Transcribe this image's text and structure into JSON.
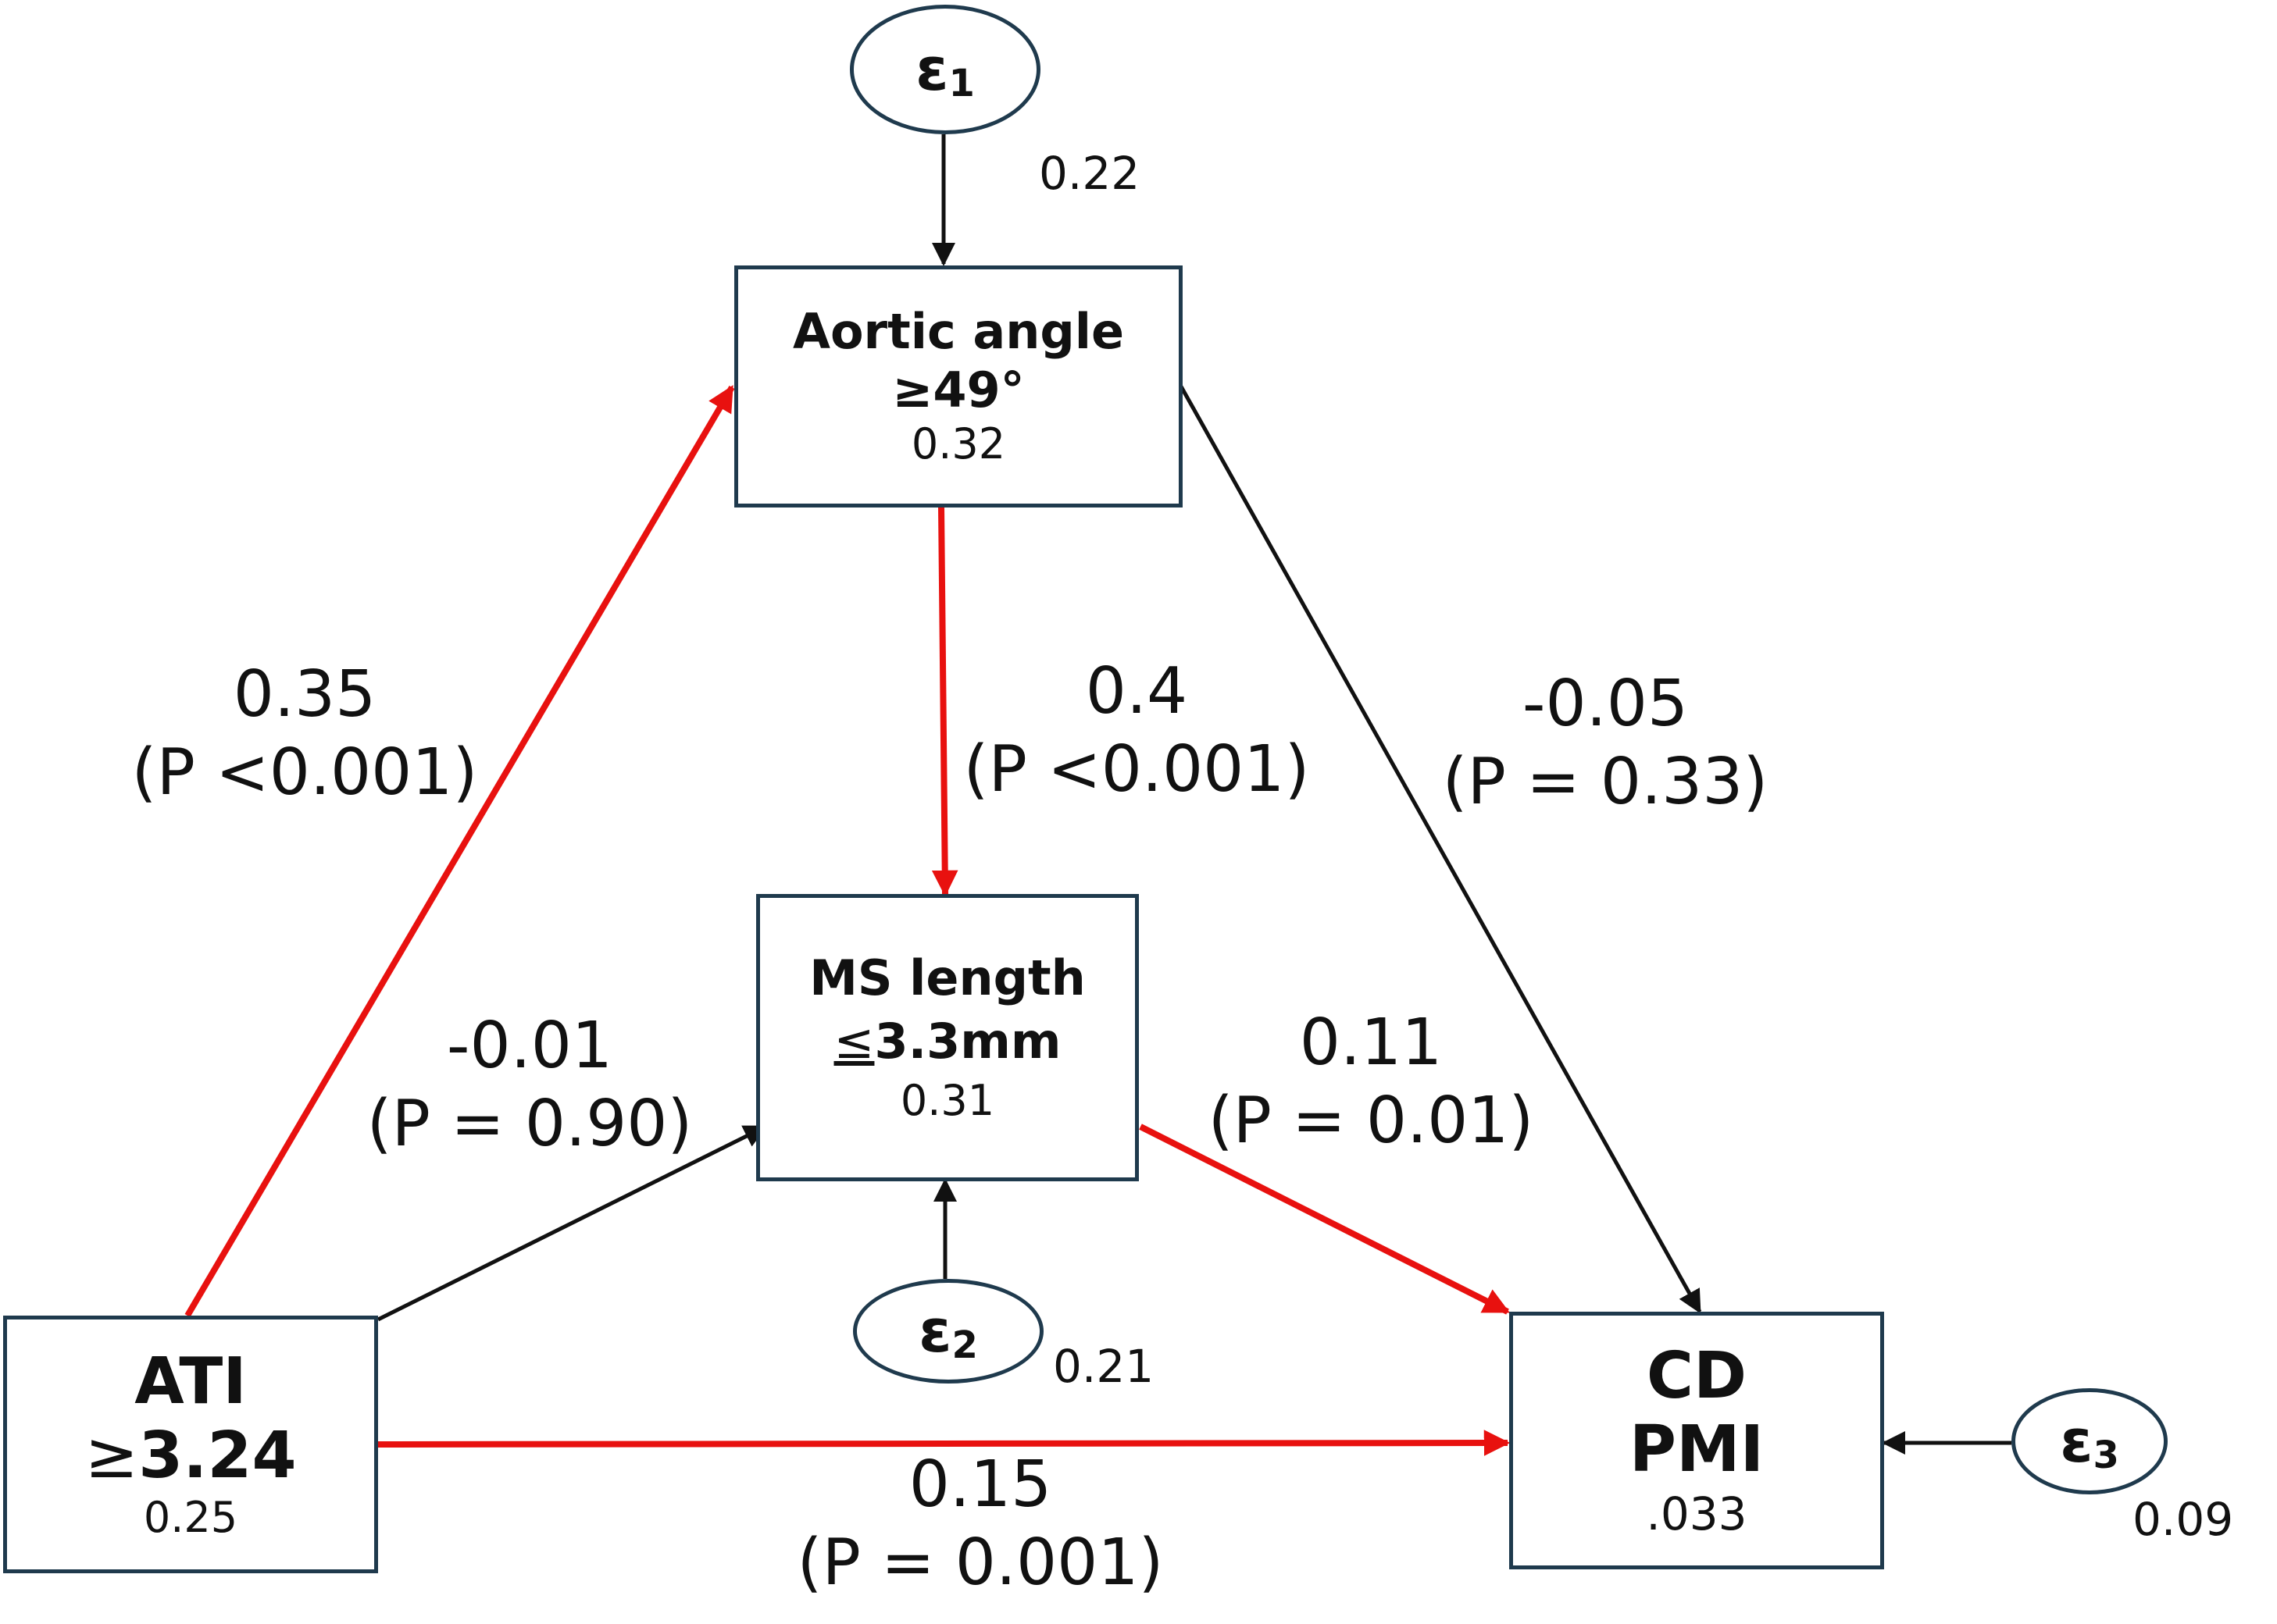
{
  "nodes": {
    "aortic": {
      "line1": "Aortic angle",
      "line2": "≥49°",
      "value": "0.32"
    },
    "ms": {
      "line1": "MS length",
      "line2_sym": "≤",
      "line2": "3.3mm",
      "value": "0.31"
    },
    "ati": {
      "line1": "ATI",
      "line2_sym": "≥",
      "line2": "3.24",
      "value": "0.25"
    },
    "cd": {
      "line1": "CD",
      "line2": "PMI",
      "value": ".033"
    }
  },
  "errors": {
    "e1": {
      "symbol": "ε",
      "sub": "1",
      "variance": "0.22"
    },
    "e2": {
      "symbol": "ε",
      "sub": "2",
      "variance": "0.21"
    },
    "e3": {
      "symbol": "ε",
      "sub": "3",
      "variance": "0.09"
    }
  },
  "paths": {
    "ati_aortic": {
      "coef": "0.35",
      "p": "(P <0.001)",
      "color": "#e8110f"
    },
    "aortic_ms": {
      "coef": "0.4",
      "p": "(P <0.001)",
      "color": "#e8110f"
    },
    "aortic_cd": {
      "coef": "-0.05",
      "p": "(P = 0.33)",
      "color": "#111111"
    },
    "ati_ms": {
      "coef": "-0.01",
      "p": "(P = 0.90)",
      "color": "#111111"
    },
    "ms_cd": {
      "coef": "0.11",
      "p": "(P = 0.01)",
      "color": "#e8110f"
    },
    "ati_cd": {
      "coef": "0.15",
      "p": "(P = 0.001)",
      "color": "#e8110f"
    }
  },
  "colors": {
    "significant": "#e8110f",
    "nonsignificant": "#111111",
    "border": "#1f3a4d"
  }
}
